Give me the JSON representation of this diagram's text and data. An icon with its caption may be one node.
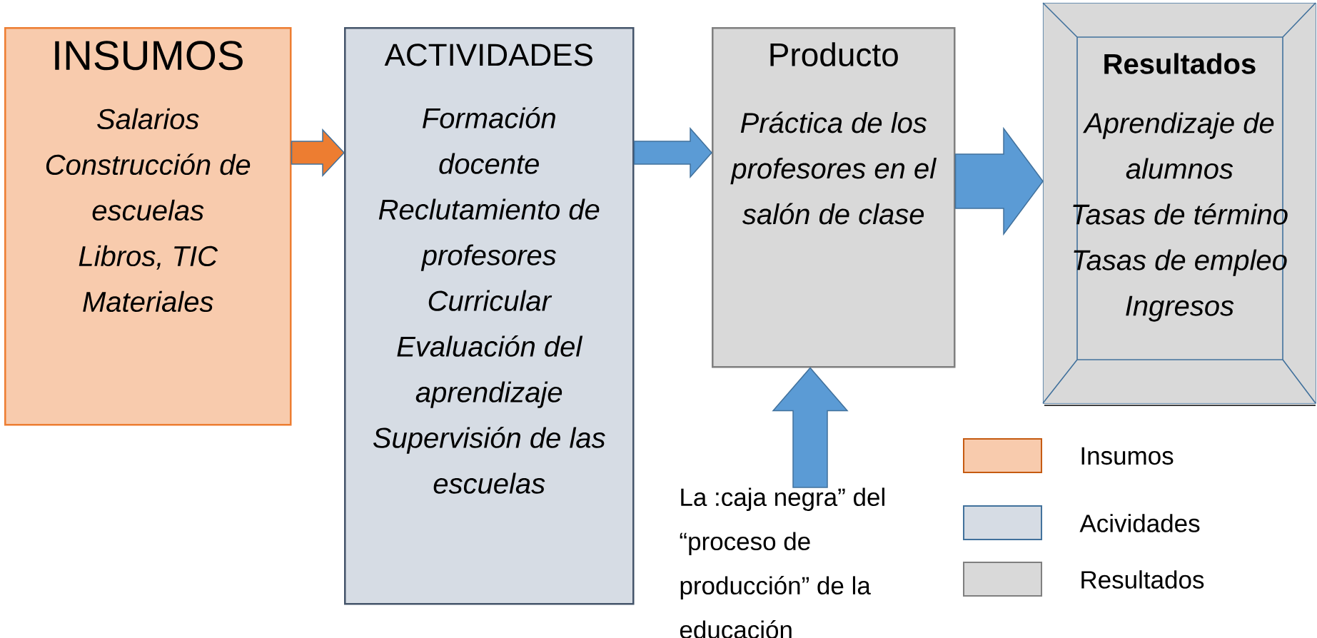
{
  "diagram": {
    "nodes": [
      {
        "text": [
          "INSUMOS",
          "Salarios",
          "Construcción de escuelas",
          "Libros, TIC",
          "Materiales"
        ]
      },
      {
        "text": [
          "ACTIVIDADES",
          "Formación docente",
          "Reclutamiento de profesores",
          "Curricular",
          "Evaluación del aprendizaje",
          "Supervisión de las escuelas"
        ]
      },
      {
        "text": [
          "Producto",
          "Práctica de los profesores en el salón de clase"
        ]
      },
      {
        "text": [
          "Resultados",
          "Aprendizaje de alumnos",
          "Tasas de término",
          "Tasas de empleo",
          "Ingresos"
        ]
      },
      {
        "text": [
          "La :caja negra” del “proceso de producción” de la educación"
        ]
      }
    ],
    "edges": [
      {
        "from": 0,
        "to": 1,
        "arrow": "to",
        "color": "#ed7d31"
      },
      {
        "from": 1,
        "to": 2,
        "arrow": "to"
      },
      {
        "from": 2,
        "to": 3,
        "arrow": "to"
      },
      {
        "from": 4,
        "to": 2,
        "arrow": "to"
      }
    ],
    "legend": [
      {
        "text": "Insumos",
        "color": "#f8cbad"
      },
      {
        "text": "Acividades",
        "color": "#d6dce4"
      },
      {
        "text": "Resultados",
        "color": "#d9d9d9"
      }
    ]
  }
}
